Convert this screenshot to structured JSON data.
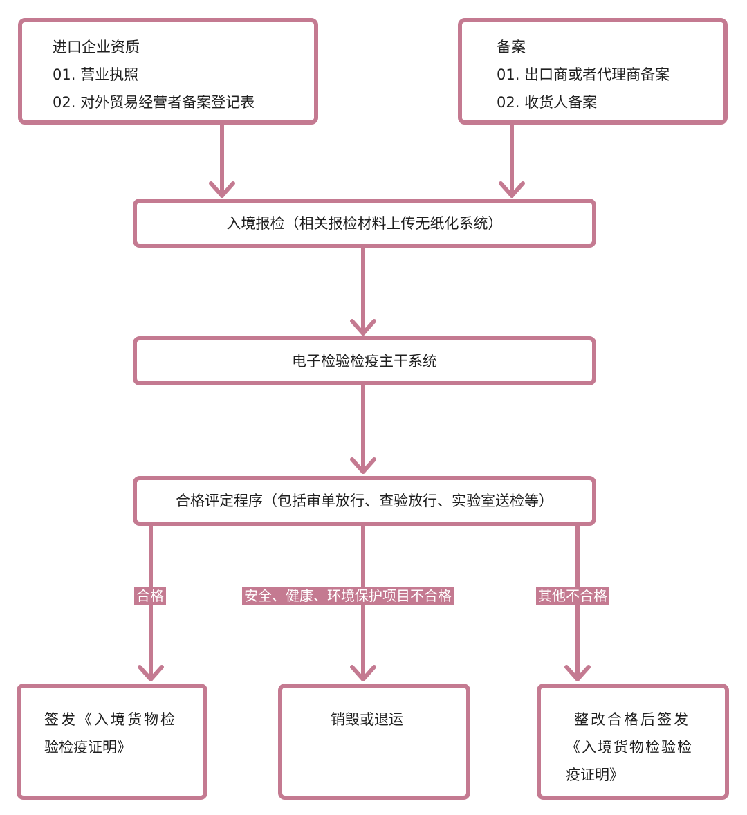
{
  "colors": {
    "accent": "#c47a91",
    "text": "#1f1f1f",
    "label_text": "#ffffff"
  },
  "nodes": {
    "import_qualification": {
      "title": "进口企业资质",
      "items": [
        "01. 营业执照",
        "02. 对外贸易经营者备案登记表"
      ]
    },
    "filing": {
      "title": "备案",
      "items": [
        "01. 出口商或者代理商备案",
        "02. 收货人备案"
      ]
    },
    "entry_inspection": {
      "label": "入境报检（相关报检材料上传无纸化系统）"
    },
    "e_ciq_system": {
      "label": "电子检验检疫主干系统"
    },
    "conformity_assessment": {
      "label": "合格评定程序（包括审单放行、查验放行、实验室送检等）"
    },
    "issue_certificate": {
      "lines": [
        "签发《入境货物检",
        "验检疫证明》"
      ]
    },
    "destroy_or_return": {
      "lines": [
        "销毁或退运"
      ]
    },
    "rectify_then_issue": {
      "lines": [
        "整改合格后签发",
        "《入境货物检验检",
        "疫证明》"
      ]
    }
  },
  "edges": {
    "qualified": "合格",
    "safety_health_env_fail": "安全、健康、环境保护项目不合格",
    "other_fail": "其他不合格"
  }
}
